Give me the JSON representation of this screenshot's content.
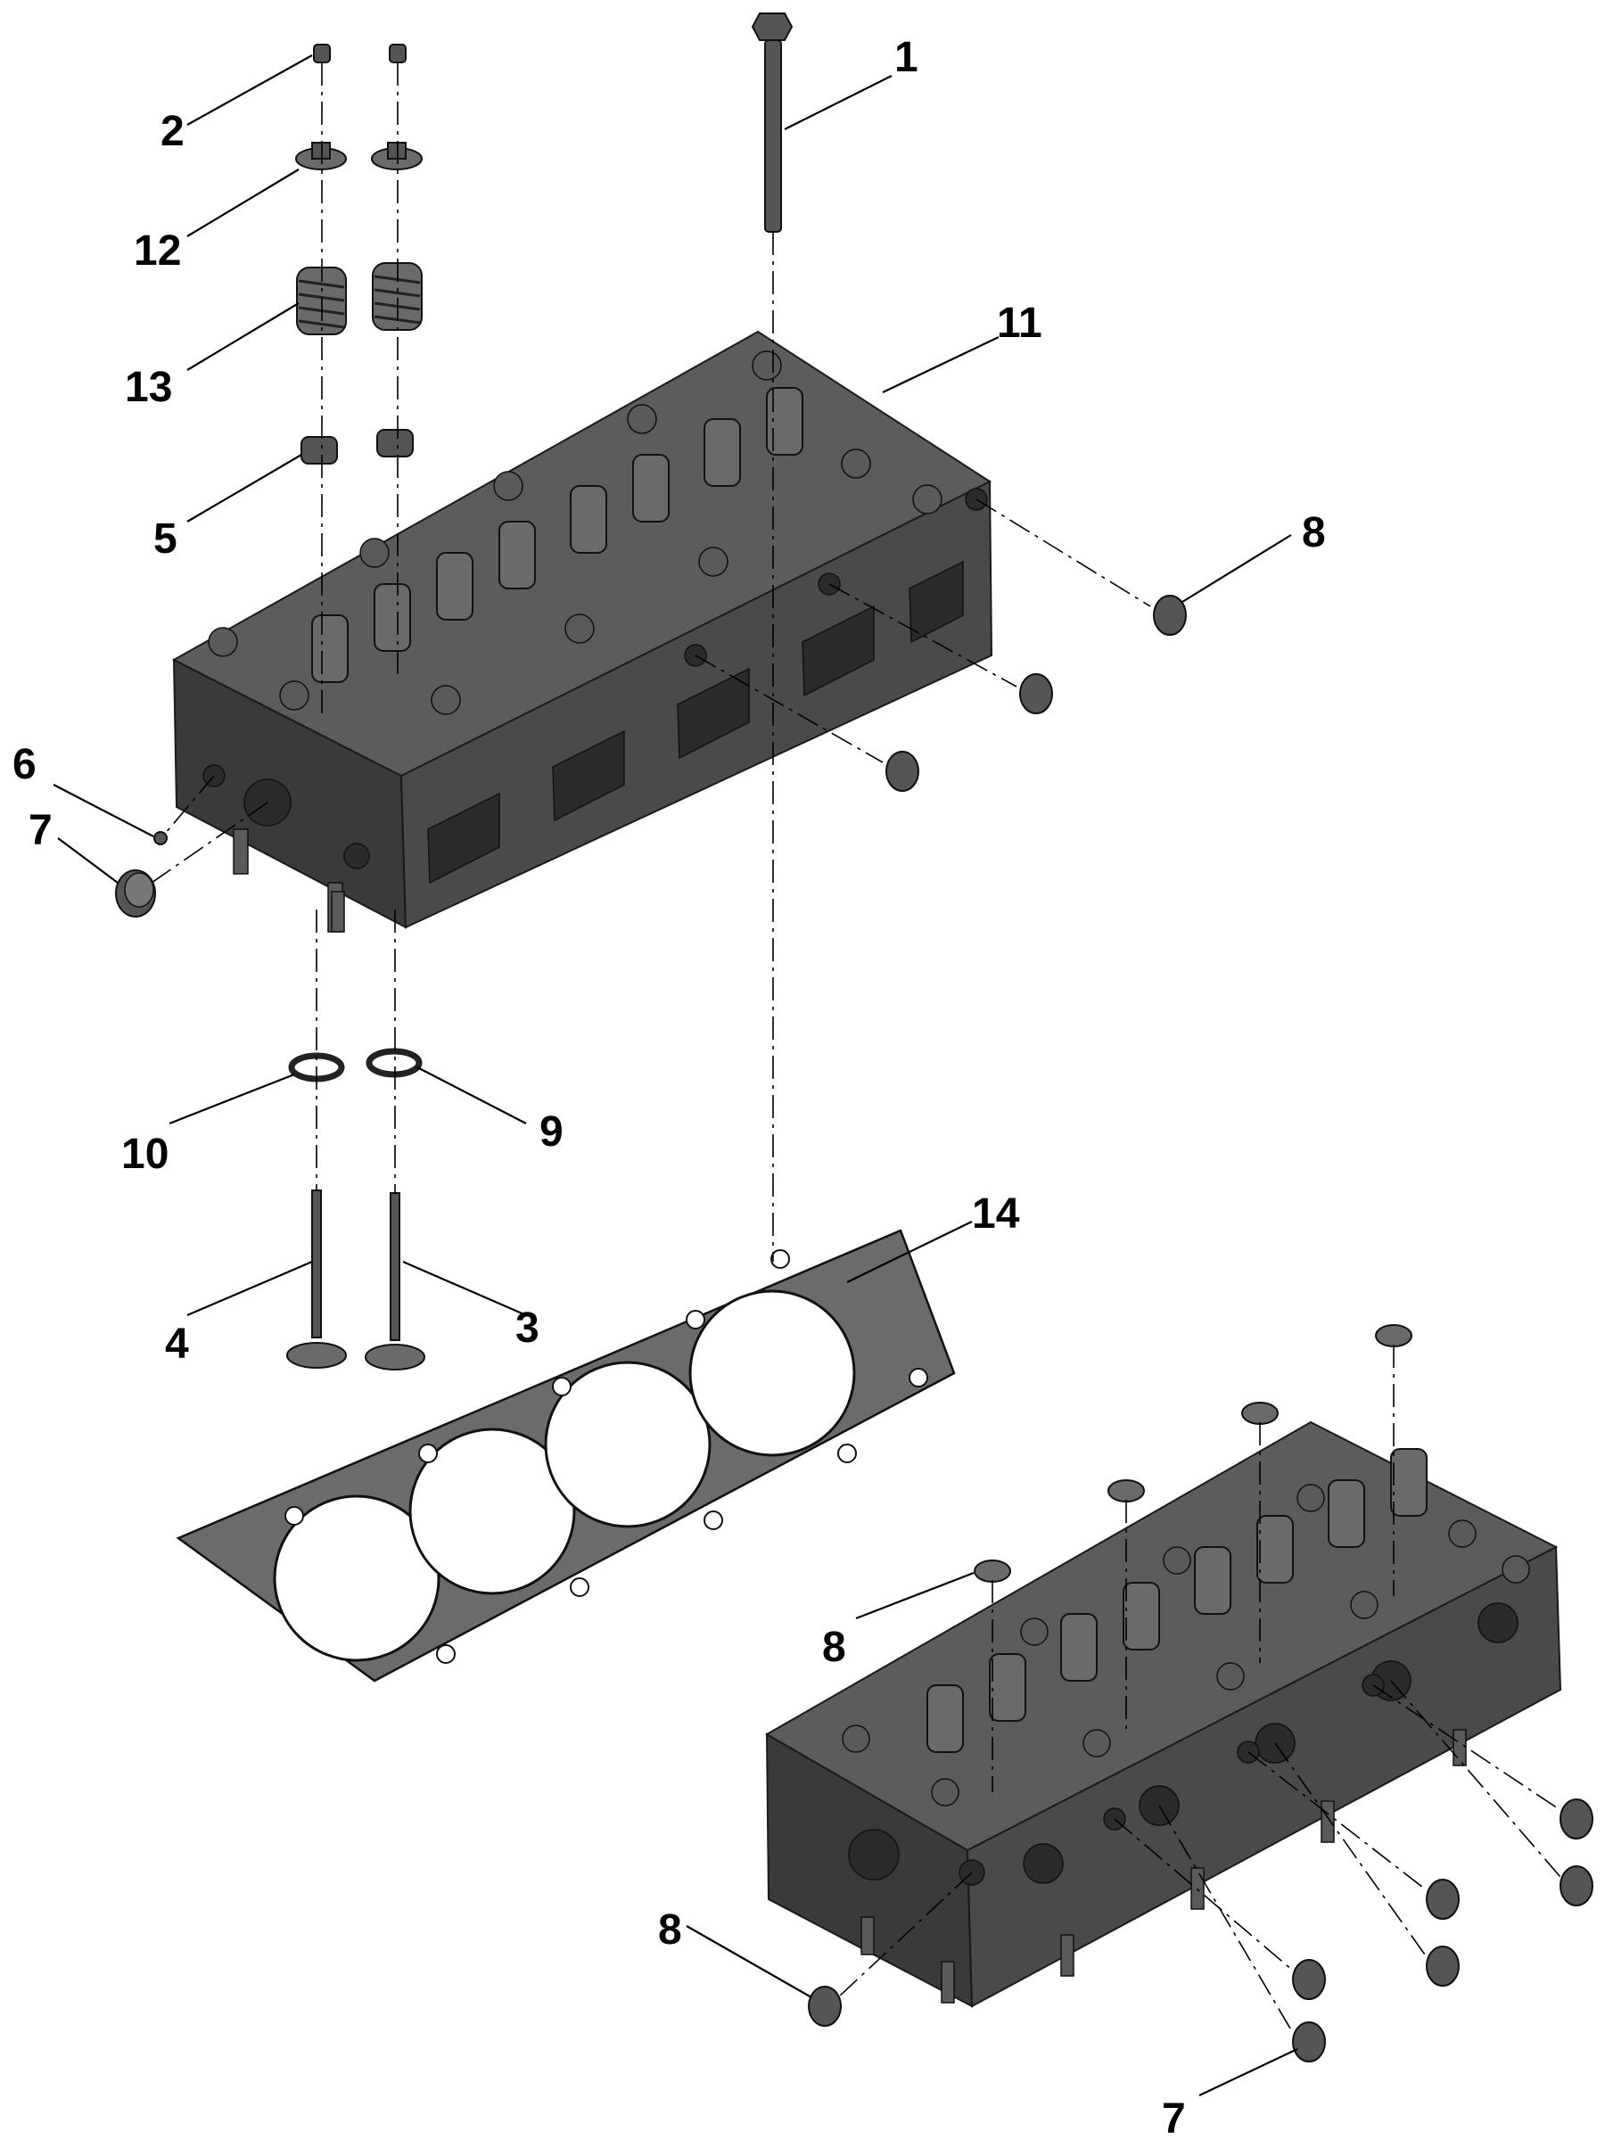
{
  "diagram": {
    "callouts": {
      "c1": "1",
      "c2": "2",
      "c3": "3",
      "c4": "4",
      "c5": "5",
      "c6": "6",
      "c7a": "7",
      "c7b": "7",
      "c8a": "8",
      "c8b": "8",
      "c8c": "8",
      "c9": "9",
      "c10": "10",
      "c11": "11",
      "c12": "12",
      "c13": "13",
      "c14": "14"
    },
    "colors": {
      "part_dark": "#3a3a3a",
      "part_mid": "#4a4a4a",
      "part_light": "#5c5c5c",
      "linework": "#000000",
      "background": "#ffffff"
    }
  }
}
